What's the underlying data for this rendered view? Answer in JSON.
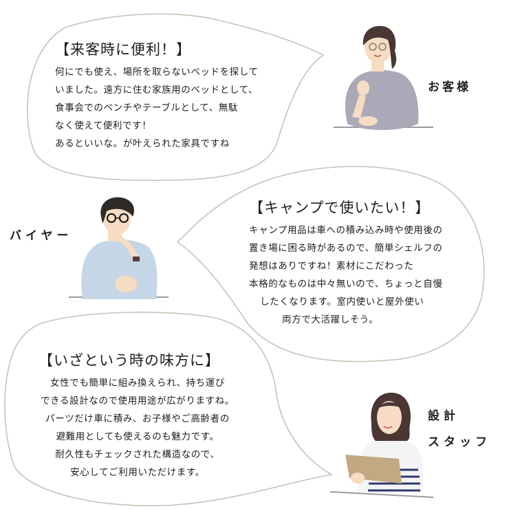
{
  "colors": {
    "bubble_stroke": "#c9c1b4",
    "text": "#1e1e1e",
    "customer_sweater": "#aaa9b8",
    "buyer_shirt": "#c5d6e6",
    "staff_board": "#c2a883",
    "staff_stripes": "#2c3a68",
    "hair": "#4a3632",
    "skin": "#f6dcc2"
  },
  "bubbles": [
    {
      "speaker": "customer",
      "title": "【来客時に便利！】",
      "lines": [
        "何にでも使え、場所を取らないベッドを探して",
        "いました。遠方に住む家族用のベッドとして、",
        "食事会でのベンチやテーブルとして、無駄",
        "なく使えて便利です！",
        "あるといいな。が叶えられた家具ですね"
      ]
    },
    {
      "speaker": "buyer",
      "title": "【キャンプで使いたい！】",
      "lines": [
        "キャンプ用品は車への積み込み時や使用後の",
        "置き場に困る時があるので、簡単シェルフの",
        "発想はありですね！素材にこだわった",
        "本格的なものは中々無いので、ちょっと自慢",
        "したくなります。室内使いと屋外使い",
        "両方で大活躍しそう。"
      ]
    },
    {
      "speaker": "staff",
      "title": "【いざという時の味方に】",
      "lines": [
        "女性でも簡単に組み換えられ、持ち運び",
        "できる設計なので使用用途が広がりますね。",
        "パーツだけ車に積み、お子様やご高齢者の",
        "避難用としても使えるのも魅力です。",
        "耐久性もチェックされた構造なので、",
        "安心してご利用いただけます。"
      ]
    }
  ],
  "speakers": {
    "customer": {
      "label": "お客様",
      "illustration": "woman-glasses-gray-sweater"
    },
    "buyer": {
      "label": "バイヤー",
      "illustration": "man-glasses-blue-shirt"
    },
    "staff": {
      "label_line1": "設計",
      "label_line2": "スタッフ",
      "illustration": "woman-striped-shirt-clipboard"
    }
  }
}
